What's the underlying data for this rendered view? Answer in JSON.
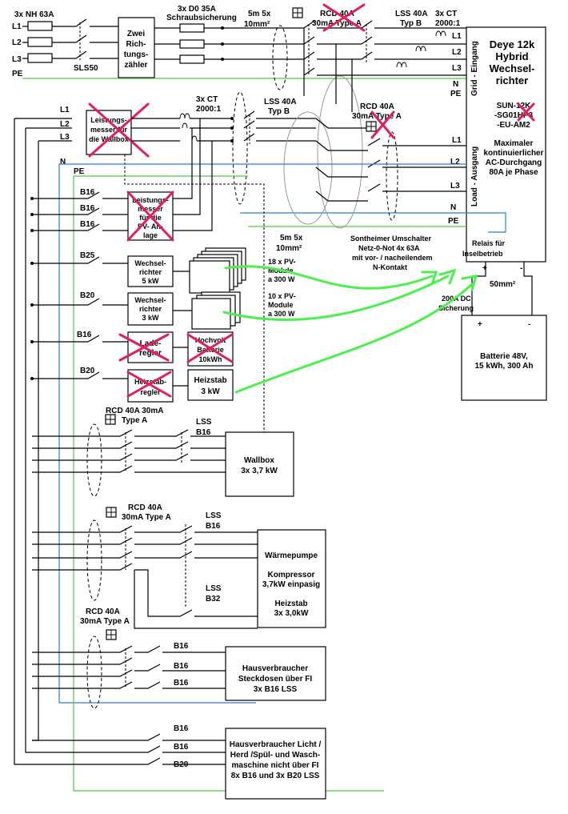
{
  "labels": {
    "nh": "3x NH 63A",
    "l1": "L1",
    "l2": "L2",
    "l3": "L3",
    "pe": "PE",
    "n": "N",
    "sls": "SLS50",
    "zaehler": [
      "Zwei",
      "Rich-",
      "tungs-",
      "zähler"
    ],
    "d0_1": "3x D0  35A",
    "d0_2": "Schraubsicherung",
    "cable_top_1": "5m 5x",
    "cable_top_2": "10mm²",
    "rcd_top_1": "RCD 40A",
    "rcd_top_2": "30mA Type A",
    "lss_top_1": "LSS 40A",
    "lss_top_2": "Typ B",
    "ct_top_1": "3x CT",
    "ct_top_2": "2000:1",
    "inverter": [
      "Deye 12k",
      "Hybrid",
      "Wechsel-",
      "richter"
    ],
    "grid_in": "Grid - Eingang",
    "load_out": "Load - Ausgang",
    "model": [
      "SUN-12K",
      "-SG01HP3",
      "-EU-AM2"
    ],
    "ac_info": [
      "Maximaler",
      "kontinuierlicher",
      "AC-Durchgang",
      "80A je Phase"
    ],
    "leistung_wb": [
      "Leistungs-",
      "messer für",
      "die Wallbox"
    ],
    "ct_mid_1": "3x CT",
    "ct_mid_2": "2000:1",
    "lss_mid_1": "LSS 40A",
    "lss_mid_2": "Typ B",
    "rcd_mid_1": "RCD 40A",
    "rcd_mid_2": "30mA  Type A",
    "b16": "B16",
    "b20": "B20",
    "b25": "B25",
    "b32": "B32",
    "leistung_pv": [
      "Leistungs-",
      "messer",
      "für die",
      "PV- An-",
      "lage"
    ],
    "cable_mid_1": "5m 5x",
    "cable_mid_2": "10mm²",
    "umschalter": [
      "Sontheimer Umschalter",
      "Netz-0-Not   4x 63A",
      "mit vor- / nacheilendem",
      "N-Kontakt"
    ],
    "relais": [
      "Relais für",
      "Inselbetrieb"
    ],
    "wr5": [
      "Wechsel-",
      "richter",
      "5 kW"
    ],
    "wr3": [
      "Wechsel-",
      "richter",
      "3 kW"
    ],
    "pv18": [
      "18 x PV-",
      "Module",
      "a 300 W"
    ],
    "pv10": [
      "10 x PV-",
      "Module",
      "a 300 W"
    ],
    "dc_cable": "50mm²",
    "fuse_dc": [
      "200A DC",
      "Sicherung"
    ],
    "battery": [
      "Batterie 48V,",
      "15 kWh, 300 Ah"
    ],
    "laderegler": [
      "Lade-",
      "regler"
    ],
    "hv_batt": [
      "Hochvolt",
      "Batterie",
      "10kWh"
    ],
    "heizstab_regler": [
      "Heizstab-",
      "regler"
    ],
    "heizstab_3kw": [
      "Heizstab",
      "3 kW"
    ],
    "rcd_wb": [
      "RCD 40A 30mA",
      "Type A"
    ],
    "lss_wb": [
      "LSS",
      "B16"
    ],
    "wallbox": [
      "Wallbox",
      "3x 3,7 kW"
    ],
    "rcd_wp": [
      "RCD 40A",
      "30mA Type A"
    ],
    "lss_b16": [
      "LSS",
      "B16"
    ],
    "lss_b32": [
      "LSS",
      "B32"
    ],
    "waermepumpe": [
      "Wärmepumpe",
      "",
      "Kompressor",
      "3,7kW einpasig",
      "",
      "Heizstab",
      "3x 3,0kW"
    ],
    "rcd_hv": [
      "RCD 40A",
      "30mA Type A"
    ],
    "hausverbr_fi": [
      "Hausverbraucher",
      "Steckdosen über FI",
      "3x B16 LSS"
    ],
    "hausverbr_nofi": [
      "Hausverbraucher Licht /",
      "Herd /Spül- und Wasch-",
      "maschine nicht über FI",
      "8x B16 und 3x B20 LSS"
    ],
    "plus": "+",
    "minus": "-"
  }
}
